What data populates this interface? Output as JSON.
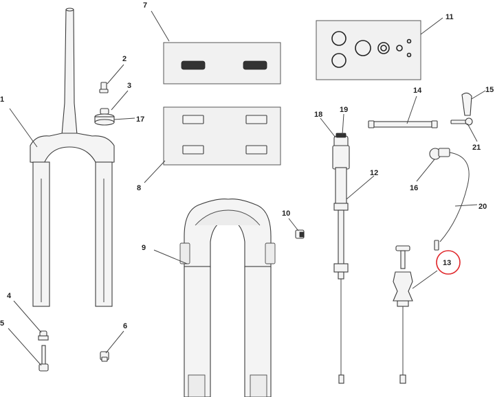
{
  "diagram": {
    "callouts": [
      "1",
      "2",
      "3",
      "4",
      "5",
      "6",
      "7",
      "8",
      "9",
      "10",
      "11",
      "12",
      "13",
      "14",
      "15",
      "16",
      "17",
      "18",
      "19",
      "20",
      "21"
    ],
    "highlight_color": "#e0262a"
  }
}
